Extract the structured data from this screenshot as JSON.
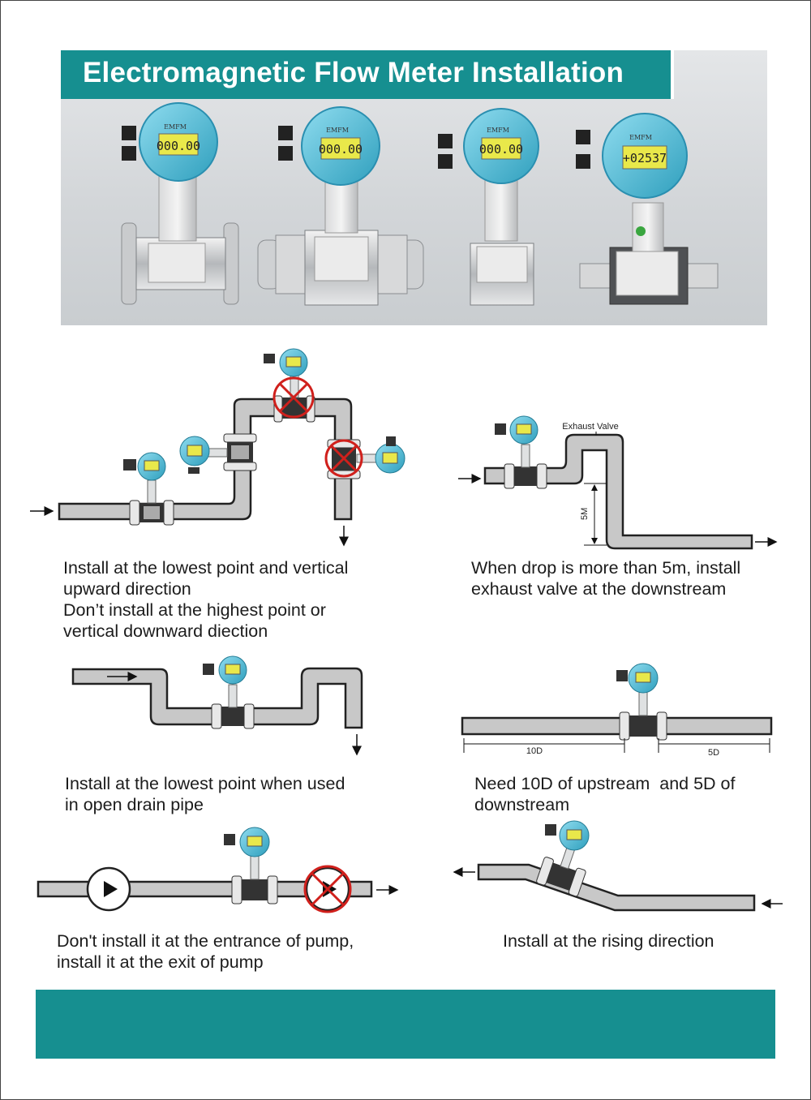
{
  "header": {
    "title": "Electromagnetic Flow Meter Installation"
  },
  "product_photos": [
    {
      "display": "000.00",
      "brand": "EMFM"
    },
    {
      "display": "000.00",
      "brand": "EMFM"
    },
    {
      "display": "000.00",
      "brand": "EMFM"
    },
    {
      "display": "+02537",
      "brand": "EMFM"
    }
  ],
  "diagrams": {
    "lowest_point": {
      "caption_lines": [
        "Install at the lowest point and vertical",
        "upward direction",
        "Don’t install at the highest point or",
        "vertical downward diection"
      ]
    },
    "exhaust_valve": {
      "valve_label": "Exhaust Valve",
      "height_label": "5M",
      "caption_lines": [
        "When drop is more than 5m, install",
        "exhaust valve at the downstream"
      ]
    },
    "open_drain": {
      "caption_lines": [
        "Install at the lowest point when used",
        "in open drain pipe"
      ]
    },
    "straight_run": {
      "upstream_label": "10D",
      "downstream_label": "5D",
      "caption_lines": [
        "Need 10D of upstream  and 5D of",
        "downstream"
      ]
    },
    "pump": {
      "caption_lines": [
        "Don't install it at the entrance of pump,",
        "install it at the exit of pump"
      ]
    },
    "rising": {
      "caption_lines": [
        "Install at the rising direction"
      ]
    }
  },
  "colors": {
    "accent": "#168f90",
    "pipe_fill": "#c8c8c8",
    "meter_head": "#5ec3dc",
    "lcd": "#e9e84a",
    "prohibit": "#d0201c"
  }
}
